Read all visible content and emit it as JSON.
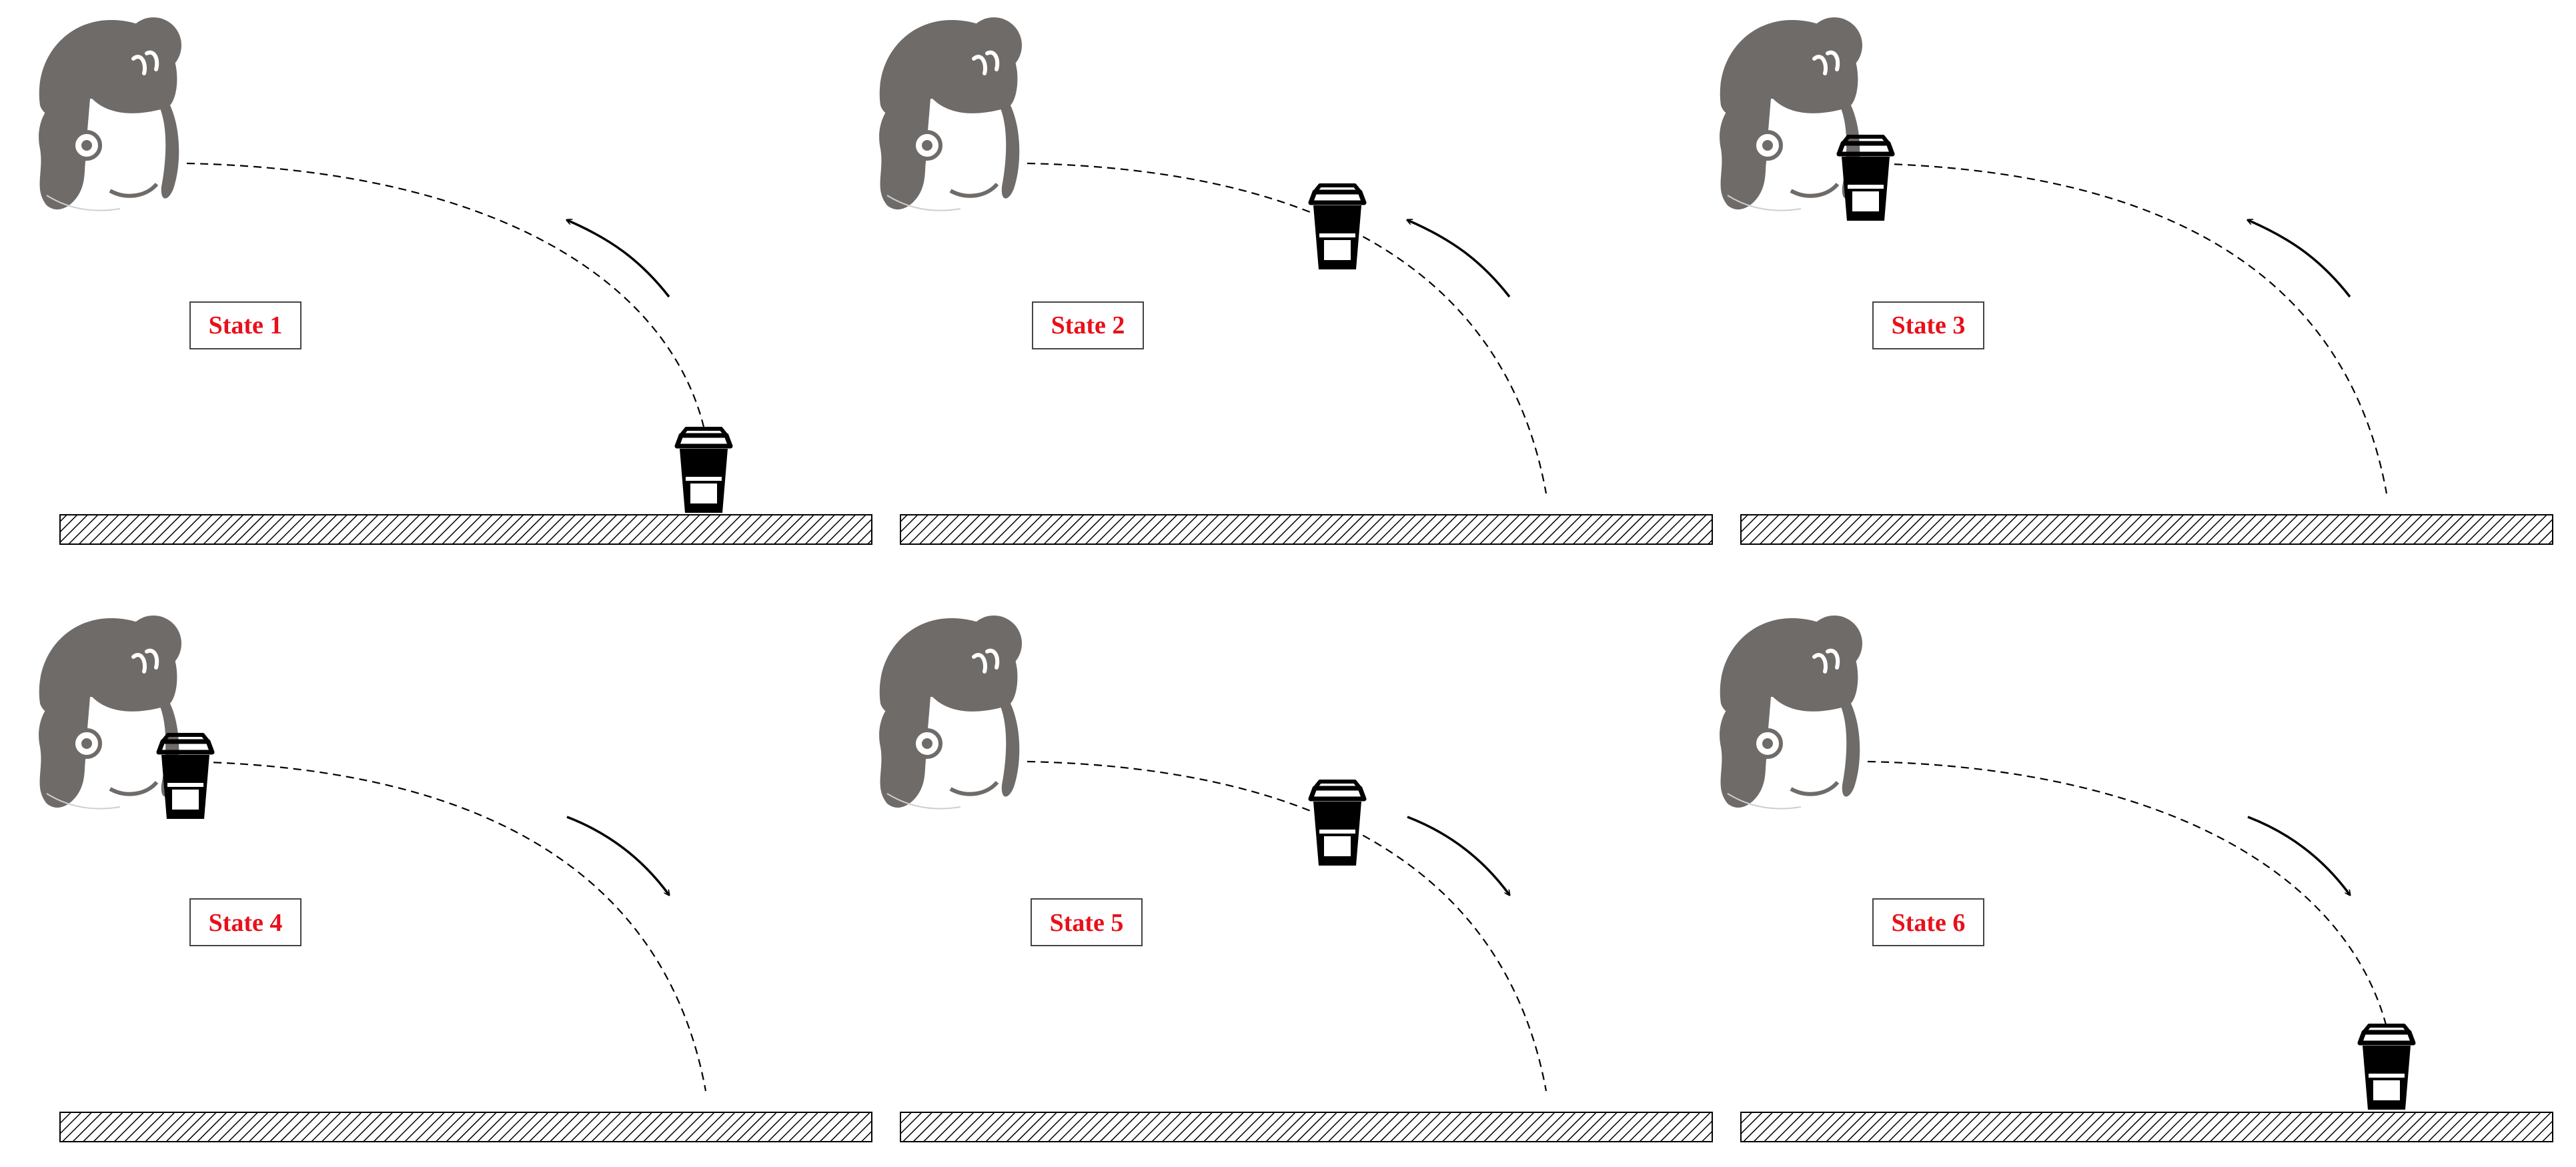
{
  "panels": [
    {
      "label": "State 1",
      "cup_position": "table",
      "motion": "raise"
    },
    {
      "label": "State 2",
      "cup_position": "mid",
      "motion": "raise"
    },
    {
      "label": "State 3",
      "cup_position": "mouth",
      "motion": "raise"
    },
    {
      "label": "State 4",
      "cup_position": "mouth",
      "motion": "lower"
    },
    {
      "label": "State 5",
      "cup_position": "mid",
      "motion": "lower"
    },
    {
      "label": "State 6",
      "cup_position": "table",
      "motion": "lower"
    }
  ],
  "icons": [
    "person-head-icon",
    "coffee-cup-icon",
    "curved-arrow-icon"
  ],
  "colors": {
    "hair": "#6f6b69",
    "label_text": "#e8101a",
    "label_border": "#444444",
    "lines": "#000000"
  }
}
